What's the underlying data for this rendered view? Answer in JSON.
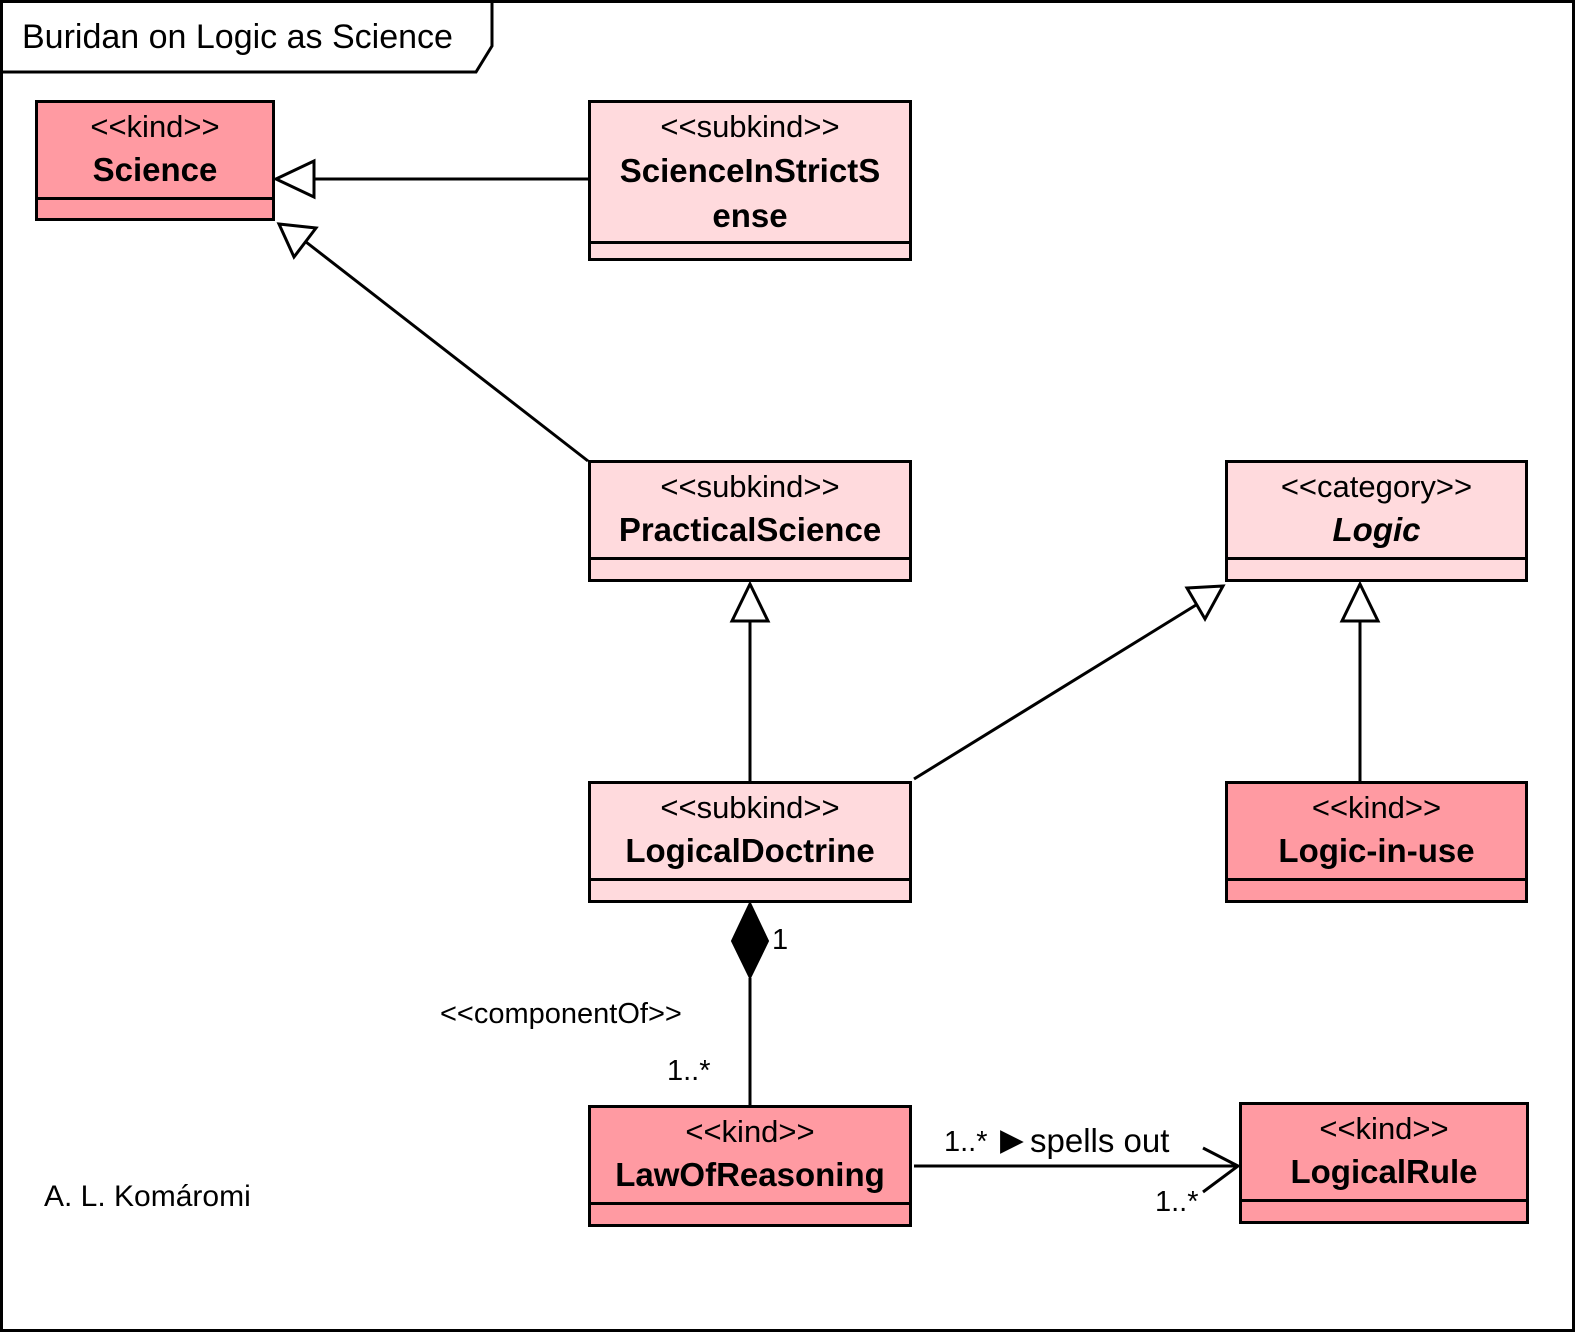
{
  "diagram": {
    "title": "Buridan on Logic as Science",
    "author": "A. L. Komáromi",
    "colors": {
      "kind_fill": "#ff9aa2",
      "subkind_fill": "#ffdadd",
      "stroke": "#000000",
      "background": "#ffffff"
    },
    "classes": {
      "science": {
        "stereotype": "<<kind>>",
        "name": "Science"
      },
      "science_strict": {
        "stereotype": "<<subkind>>",
        "name_line1": "ScienceInStrictS",
        "name_line2": "ense"
      },
      "practical_science": {
        "stereotype": "<<subkind>>",
        "name": "PracticalScience"
      },
      "logic": {
        "stereotype": "<<category>>",
        "name": "Logic"
      },
      "logical_doctrine": {
        "stereotype": "<<subkind>>",
        "name": "LogicalDoctrine"
      },
      "logic_in_use": {
        "stereotype": "<<kind>>",
        "name": "Logic-in-use"
      },
      "law_of_reasoning": {
        "stereotype": "<<kind>>",
        "name": "LawOfReasoning"
      },
      "logical_rule": {
        "stereotype": "<<kind>>",
        "name": "LogicalRule"
      }
    },
    "relations": {
      "generalizations": [
        {
          "from": "ScienceInStrictSense",
          "to": "Science"
        },
        {
          "from": "PracticalScience",
          "to": "Science"
        },
        {
          "from": "LogicalDoctrine",
          "to": "PracticalScience"
        },
        {
          "from": "LogicalDoctrine",
          "to": "Logic"
        },
        {
          "from": "Logic-in-use",
          "to": "Logic"
        }
      ],
      "composition": {
        "whole": "LogicalDoctrine",
        "part": "LawOfReasoning",
        "stereotype": "<<componentOf>>",
        "whole_multiplicity": "1",
        "part_multiplicity": "1..*"
      },
      "association": {
        "from": "LawOfReasoning",
        "to": "LogicalRule",
        "name": "spells out",
        "direction_glyph": "▶",
        "source_multiplicity": "1..*",
        "target_multiplicity": "1..*"
      }
    }
  }
}
